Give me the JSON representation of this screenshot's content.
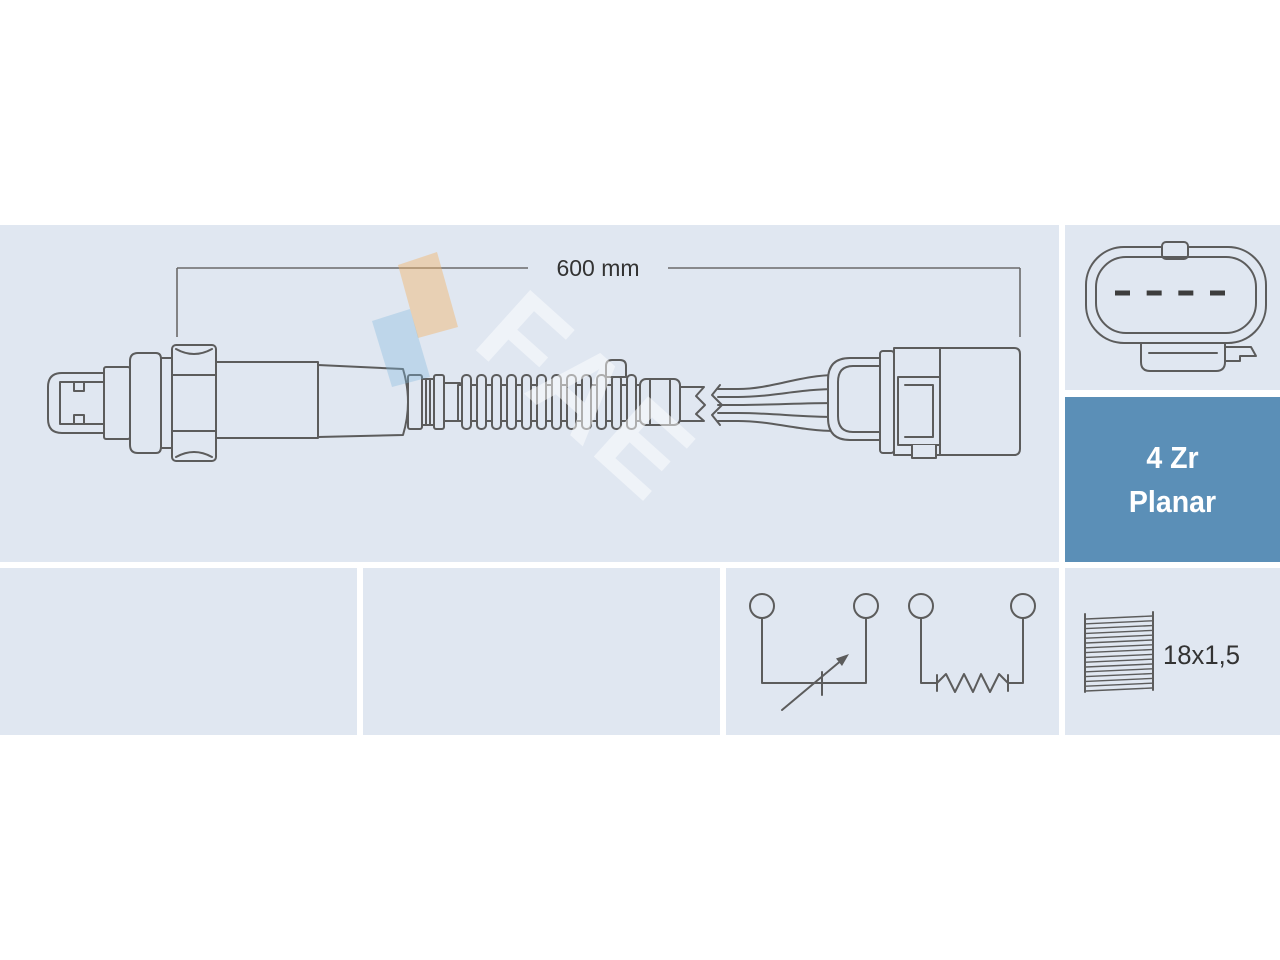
{
  "brand": {
    "watermark": "FAE"
  },
  "colors": {
    "panel": "#e0e7f1",
    "accent": "#5b8fb7",
    "line": "#5c5c5c",
    "text": "#333333",
    "pin": "#3d3d3d",
    "watermark_orange": "#f2b46b",
    "watermark_blue": "#7fb8de"
  },
  "dimension": {
    "cable_length": "600 mm"
  },
  "sensor_type": {
    "line1": "4 Zr",
    "line2": "Planar"
  },
  "connector": {
    "pins": 4
  },
  "thread": {
    "size": "18x1,5"
  },
  "icons": {
    "sensor": "oxygen-sensor-drawing",
    "connector": "connector-pinout-icon",
    "sensing_element": "variable-resistor-symbol",
    "heater": "heater-resistor-symbol",
    "thread": "thread-icon"
  }
}
